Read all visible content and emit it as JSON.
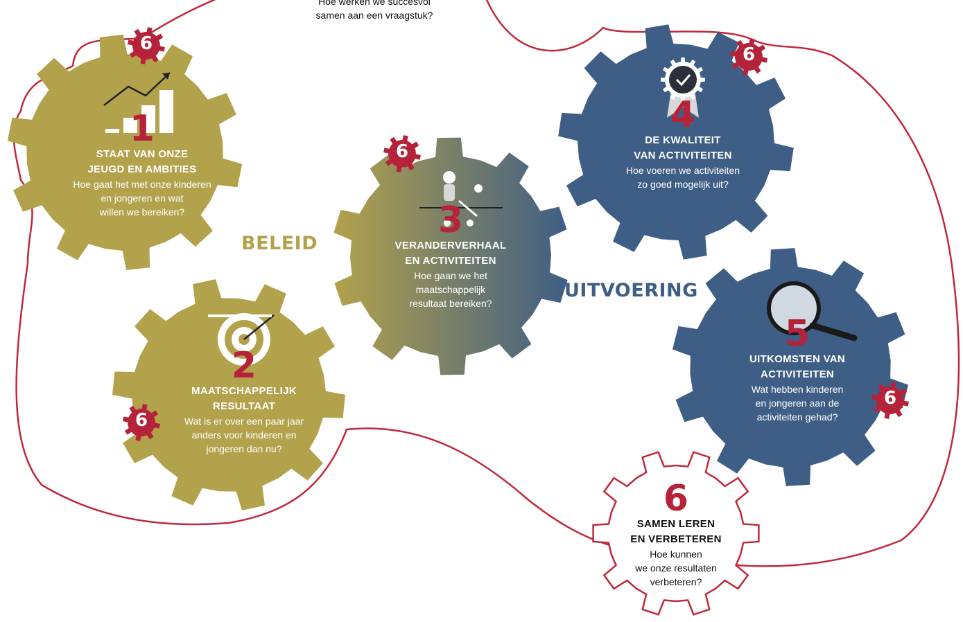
{
  "top_question": {
    "line1": "Hoe werken we succesvol",
    "line2": "samen aan een vraagstuk?"
  },
  "labels": {
    "beleid": "BELEID",
    "uitvoering": "UITVOERING"
  },
  "colors": {
    "olive": "#b3a24c",
    "blue": "#3f5e85",
    "red": "#b5233a",
    "outline": "#c0283c"
  },
  "gears": [
    {
      "number": "1",
      "title1": "STAAT VAN ONZE",
      "title2": "JEUGD EN AMBITIES",
      "sub1": "Hoe gaat het met onze kinderen",
      "sub2": "en jongeren en wat",
      "sub3": "willen we bereiken?",
      "icon": "growth-bar-chart-icon"
    },
    {
      "number": "2",
      "title1": "MAATSCHAPPELIJK",
      "title2": "RESULTAAT",
      "sub1": "Wat is er over een paar jaar",
      "sub2": "anders voor kinderen en",
      "sub3": "jongeren dan nu?",
      "icon": "target-arrow-icon"
    },
    {
      "number": "3",
      "title1": "VERANDERVERHAAL",
      "title2": "EN ACTIVITEITEN",
      "sub1": "Hoe gaan we het",
      "sub2": "maatschappelijk",
      "sub3": "resultaat bereiken?",
      "icon": "child-on-scooter-icon"
    },
    {
      "number": "4",
      "title1": "DE KWALITEIT",
      "title2": "VAN ACTIVITEITEN",
      "sub1": "Hoe voeren we activiteiten",
      "sub2": "zo goed mogelijk uit?",
      "sub3": "",
      "icon": "quality-award-icon"
    },
    {
      "number": "5",
      "title1": "UITKOMSTEN VAN",
      "title2": "ACTIVITEITEN",
      "sub1": "Wat hebben kinderen",
      "sub2": "en jongeren aan de",
      "sub3": "activiteiten gehad?",
      "icon": "magnifying-glass-icon"
    },
    {
      "number": "6",
      "title1": "SAMEN LEREN",
      "title2": "EN VERBETEREN",
      "sub1": "Hoe kunnen",
      "sub2": "we onze resultaten",
      "sub3": "verbeteren?",
      "icon": "learning-gear-icon"
    }
  ],
  "badge_label": "6"
}
